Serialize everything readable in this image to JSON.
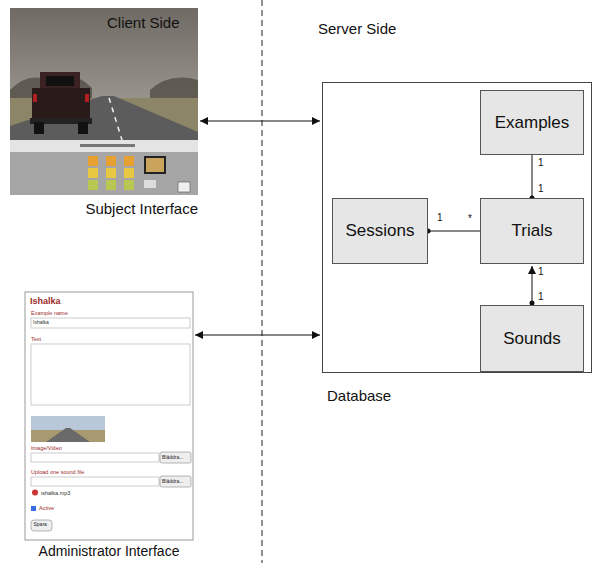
{
  "diagram": {
    "nodes": [
      {
        "text": [
          "Subject Interface"
        ]
      },
      {
        "text": [
          "Administrator Interface"
        ]
      },
      {
        "text": [
          "Database"
        ]
      },
      {
        "text": [
          "Examples"
        ],
        "in": 2
      },
      {
        "text": [
          "Sessions"
        ],
        "in": 2
      },
      {
        "text": [
          "Trials"
        ],
        "in": 2
      },
      {
        "text": [
          "Sounds"
        ],
        "in": 2
      }
    ],
    "edges": [
      {
        "from": 0,
        "to": 2,
        "arrow": "both"
      },
      {
        "from": 1,
        "to": 2,
        "arrow": "both"
      },
      {
        "from": 4,
        "to": 5,
        "arrow": "none"
      },
      {
        "from": 3,
        "to": 5,
        "arrow": "none"
      },
      {
        "from": 6,
        "to": 5,
        "arrow": "to"
      }
    ],
    "labels": [
      "Client Side",
      "Server Side",
      "1",
      "1",
      "1",
      "*",
      "1",
      "1",
      "Ishalka",
      "Example name",
      "Ishalka",
      "Text",
      "Image/Video",
      "Bläddra...",
      "Upload one sound file",
      "Bläddra...",
      "ishalka.mp3",
      "Active",
      "Spara"
    ]
  }
}
